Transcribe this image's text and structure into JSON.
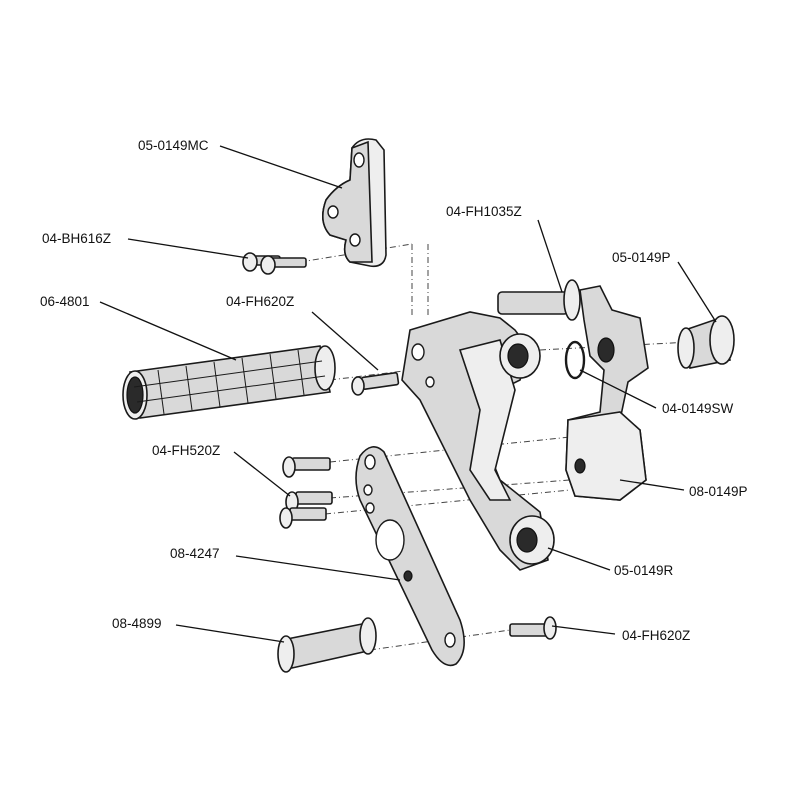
{
  "parts": {
    "mc_bracket": "05-0149MC",
    "bh_screw": "04-BH616Z",
    "foot_peg": "06-4801",
    "peg_screw": "04-FH620Z",
    "pivot_screw": "04-FH1035Z",
    "pivot": "05-0149P",
    "spring_washer": "04-0149SW",
    "pivot_block": "08-0149P",
    "lever_screws": "04-FH520Z",
    "link_plate": "08-4247",
    "rear_set": "05-0149R",
    "spacer": "08-4899",
    "bottom_screw": "04-FH620Z"
  }
}
